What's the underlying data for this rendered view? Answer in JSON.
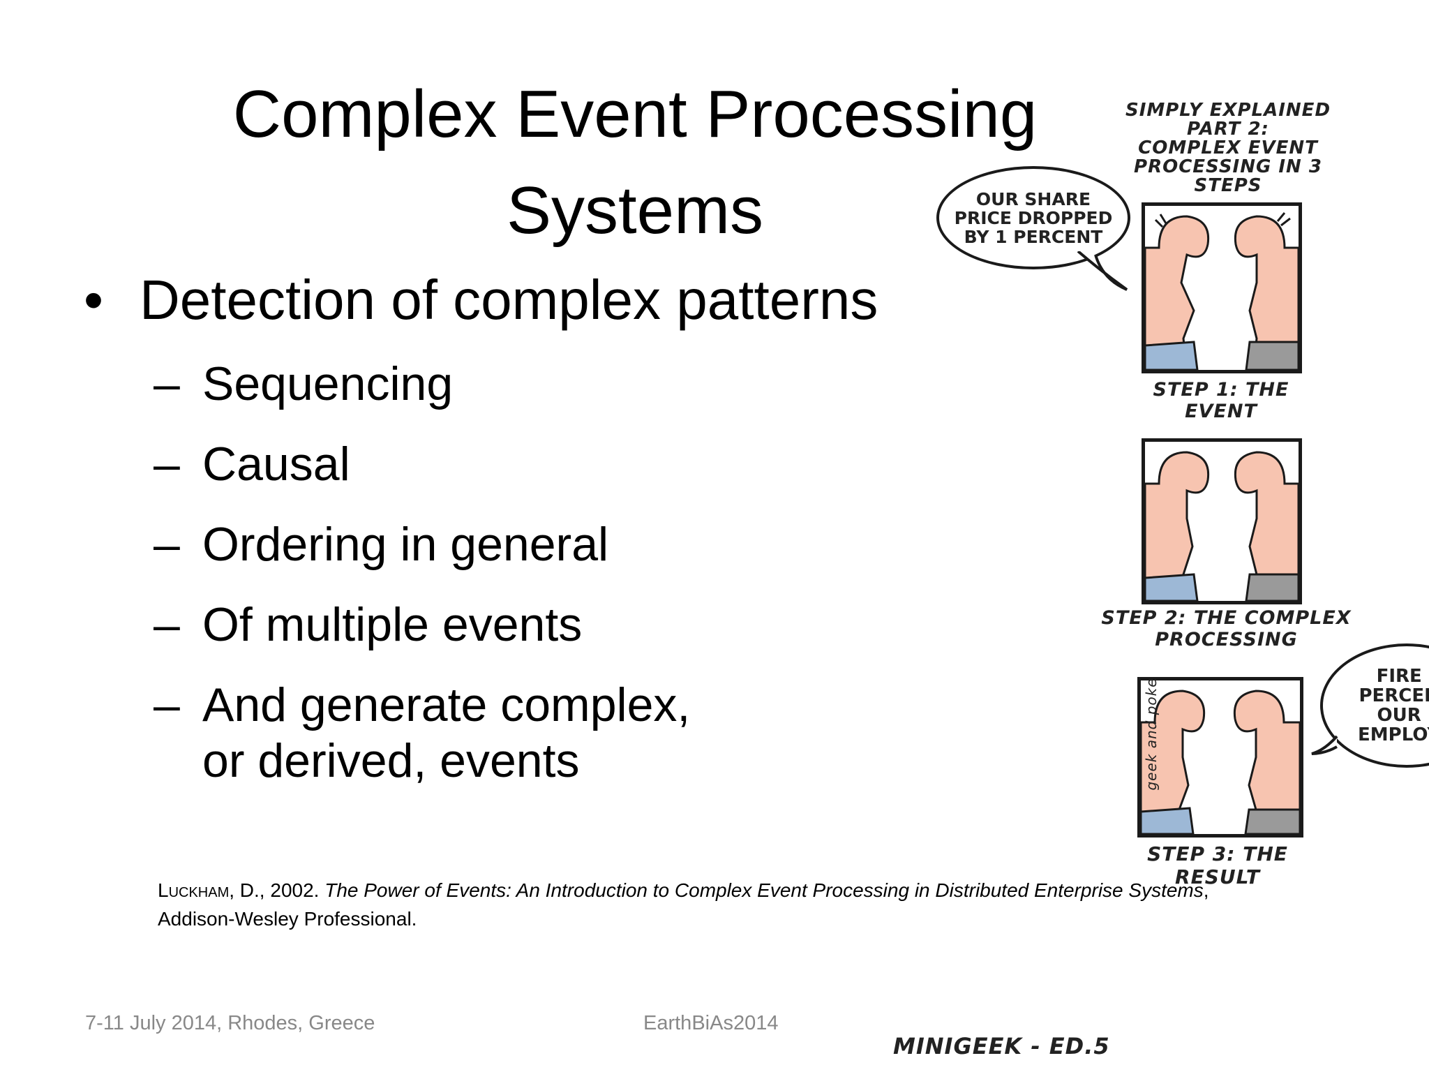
{
  "slide": {
    "title_line1": "Complex Event Processing",
    "title_line2": "Systems",
    "main_bullet": "Detection of complex patterns",
    "sub_bullets": [
      "Sequencing",
      "Causal",
      "Ordering in general",
      "Of multiple events",
      "And generate complex,"
    ],
    "sub_bullet_continuation": "or derived, events",
    "bullet_symbol": "•",
    "dash_symbol": "–"
  },
  "reference": {
    "author_sc": "Luckham",
    "author_rest": ", D., 2002. ",
    "title_italic": "The Power of Events: An Introduction to Complex Event Processing in Distributed Enterprise Systems",
    "comma": ",",
    "publisher": "Addison-Wesley Professional."
  },
  "footer": {
    "left": "7-11 July 2014, Rhodes, Greece",
    "center": "EarthBiAs2014"
  },
  "comic": {
    "header_lines": [
      "SIMPLY EXPLAINED",
      "PART 2:",
      "COMPLEX EVENT",
      "PROCESSING IN 3",
      "STEPS"
    ],
    "bubble1_lines": [
      "OUR SHARE",
      "PRICE DROPPED",
      "BY 1 PERCENT"
    ],
    "step1": "STEP 1: THE EVENT",
    "step2": "STEP 2: THE COMPLEX  PROCESSING",
    "bubble3_lines": [
      "FIRE",
      "PERCEN",
      "OUR",
      "EMPLOY"
    ],
    "step3": "STEP 3: THE RESULT",
    "signature": "geek and poke",
    "credit": "MINIGEEK - ED.5",
    "colors": {
      "skin": "#f7c4b0",
      "shirt_blue": "#9db8d6",
      "shirt_gray": "#9a9a9a",
      "ink": "#1a1a1a"
    }
  }
}
